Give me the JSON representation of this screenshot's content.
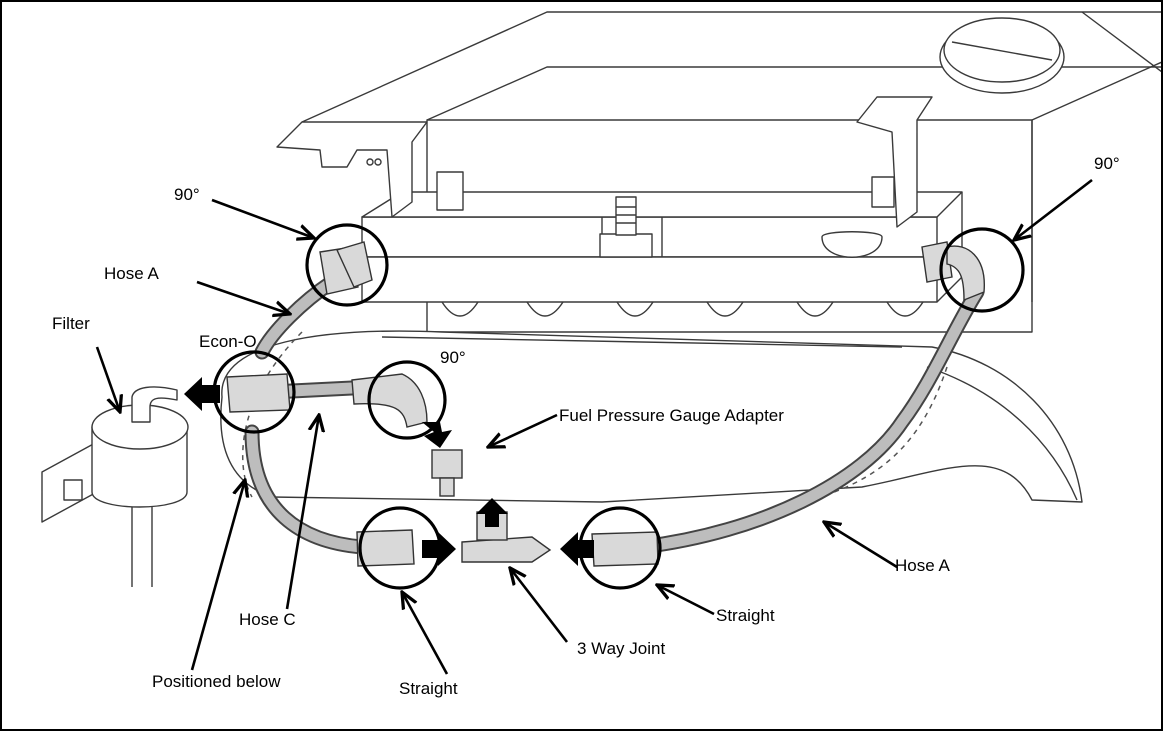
{
  "labels": {
    "angle_left": "90°",
    "angle_right": "90°",
    "angle_center": "90°",
    "hose_a_top": "Hose A",
    "hose_a_bottom": "Hose A",
    "filter": "Filter",
    "econ_o": "Econ-O",
    "fuel_pressure_gauge_adapter": "Fuel Pressure Gauge Adapter",
    "hose_c": "Hose C",
    "positioned_below": "Positioned below",
    "straight_left": "Straight",
    "straight_right": "Straight",
    "three_way_joint": "3 Way Joint"
  },
  "colors": {
    "ink": "#000000",
    "sketch": "#3a3a3a",
    "hose": "#bdbdbd",
    "background": "#ffffff"
  }
}
